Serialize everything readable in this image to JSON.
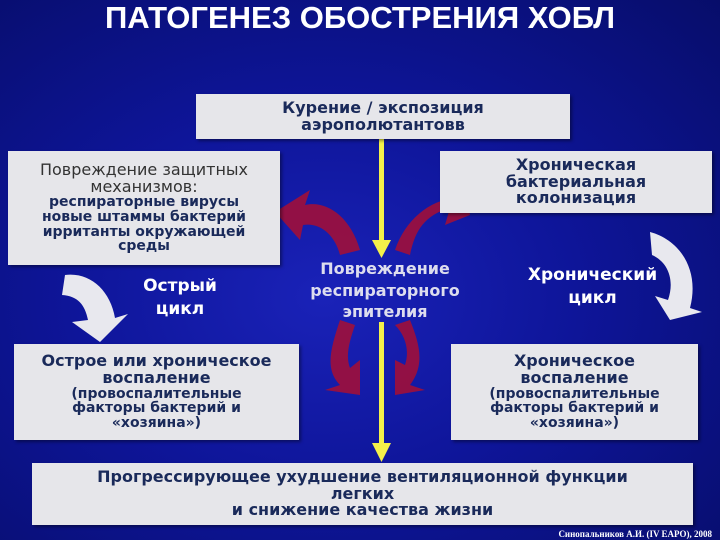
{
  "title": "ПАТОГЕНЕЗ ОБОСТРЕНИЯ ХОБЛ",
  "top_box": {
    "line1": "Курение / экспозиция",
    "line2": "аэрополютантовв"
  },
  "left_box": {
    "heading1": "Повреждение защитных",
    "heading2": "механизмов:",
    "items": [
      "респираторные вирусы",
      "новые штаммы бактерий",
      "ирританты окружающей",
      "среды"
    ]
  },
  "right_box": {
    "lines": [
      "Хроническая",
      "бактериальная",
      "колонизация"
    ]
  },
  "center_label": {
    "lines": [
      "Повреждение",
      "респираторного",
      "эпителия"
    ]
  },
  "acute_cycle": {
    "lines": [
      "Острый",
      "цикл"
    ]
  },
  "chronic_cycle": {
    "lines": [
      "Хронический",
      "цикл"
    ]
  },
  "bottom_left_box": {
    "lines": [
      "Острое или хроническое",
      "воспаление"
    ],
    "sub": [
      "(провоспалительные",
      "факторы бактерий и",
      "«хозяина»)"
    ]
  },
  "bottom_right_box": {
    "lines": [
      "Хроническое",
      "воспаление"
    ],
    "sub": [
      "(провоспалительные",
      "факторы бактерий и",
      "«хозяина»)"
    ]
  },
  "bottom_box": {
    "lines": [
      "Прогрессирующее ухудшение вентиляционной функции",
      "легких",
      "и снижение качества жизни"
    ]
  },
  "footer": "Синопальников А.И. (IV ЕАРО), 2008",
  "colors": {
    "arrow_red": "#a0103a",
    "arrow_yellow": "#f4f04a",
    "arrow_white": "#e8e8ee"
  }
}
